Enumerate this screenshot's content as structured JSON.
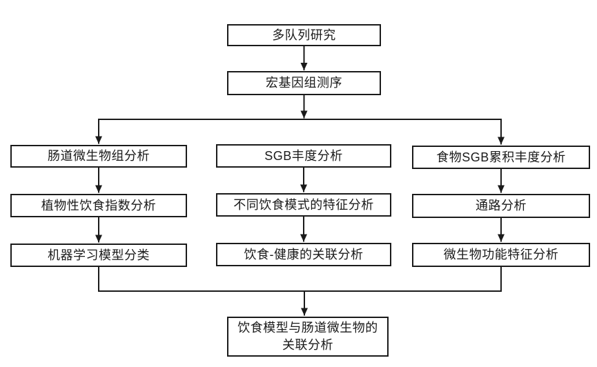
{
  "colors": {
    "background": "#ffffff",
    "line": "#1a1a1a",
    "box_fill": "#ffffff",
    "text": "#1a1a1a"
  },
  "nodes": {
    "multi_cohort": {
      "label": "多队列研究"
    },
    "metagenomic_sequencing": {
      "label": "宏基因组测序"
    },
    "gut_microbiome_analysis": {
      "label": "肠道微生物组分析"
    },
    "sgb_abundance_analysis": {
      "label": "SGB丰度分析"
    },
    "food_sgb_cumulative_abundance": {
      "label": "食物SGB累积丰度分析"
    },
    "plant_based_diet_index": {
      "label": "植物性饮食指数分析"
    },
    "diet_pattern_feature_analysis": {
      "label": "不同饮食模式的特征分析"
    },
    "pathway_analysis": {
      "label": "通路分析"
    },
    "ml_model_classification": {
      "label": "机器学习模型分类"
    },
    "diet_health_association": {
      "label": "饮食-健康的关联分析"
    },
    "microbial_function_features": {
      "label": "微生物功能特征分析"
    },
    "final_association": {
      "label": "饮食模型与肠道微生物的\n关联分析"
    }
  },
  "edges": [
    {
      "from": "multi_cohort",
      "to": "metagenomic_sequencing"
    },
    {
      "from": "metagenomic_sequencing",
      "to": "gut_microbiome_analysis"
    },
    {
      "from": "metagenomic_sequencing",
      "to": "sgb_abundance_analysis"
    },
    {
      "from": "metagenomic_sequencing",
      "to": "food_sgb_cumulative_abundance"
    },
    {
      "from": "gut_microbiome_analysis",
      "to": "plant_based_diet_index"
    },
    {
      "from": "plant_based_diet_index",
      "to": "ml_model_classification"
    },
    {
      "from": "sgb_abundance_analysis",
      "to": "diet_pattern_feature_analysis"
    },
    {
      "from": "diet_pattern_feature_analysis",
      "to": "diet_health_association"
    },
    {
      "from": "food_sgb_cumulative_abundance",
      "to": "pathway_analysis"
    },
    {
      "from": "pathway_analysis",
      "to": "microbial_function_features"
    },
    {
      "from": "ml_model_classification",
      "to": "final_association"
    },
    {
      "from": "diet_health_association",
      "to": "final_association"
    },
    {
      "from": "microbial_function_features",
      "to": "final_association"
    }
  ]
}
